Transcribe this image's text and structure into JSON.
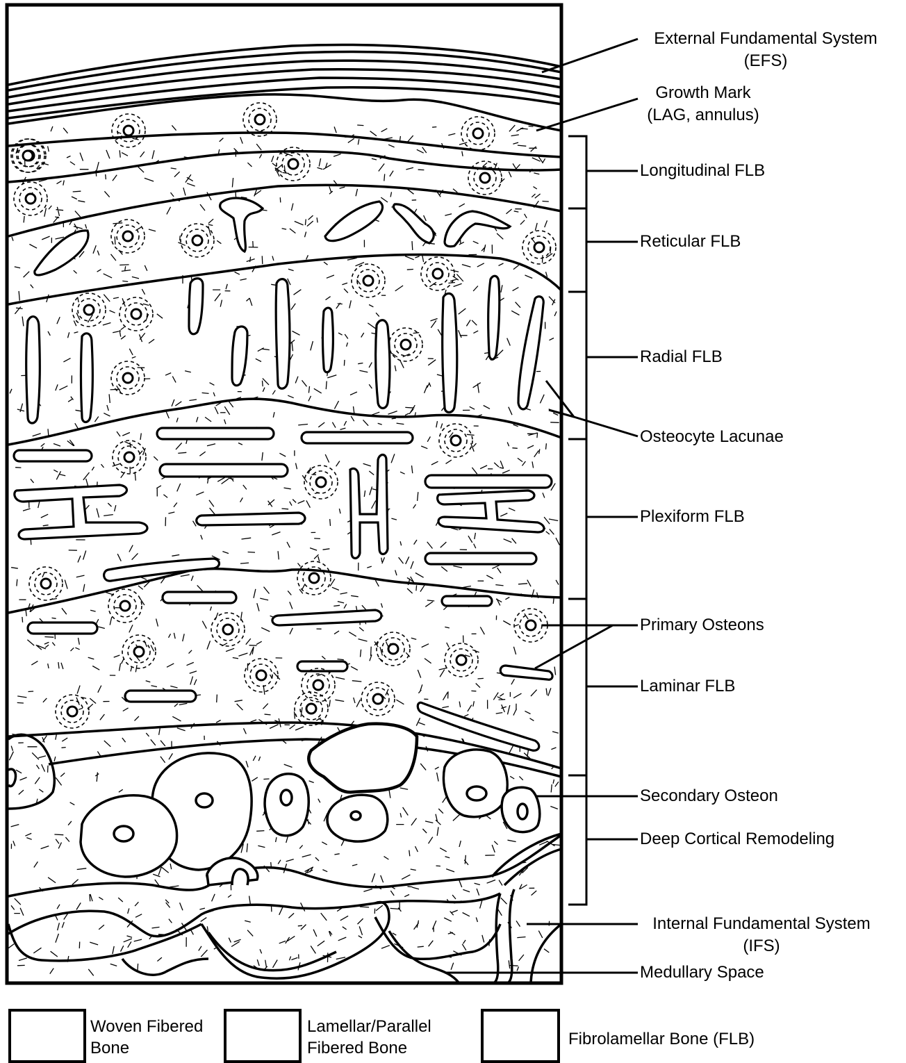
{
  "labels": {
    "efs": {
      "line1": "External Fundamental System",
      "line2": "(EFS)"
    },
    "growth_mark": {
      "line1": "Growth Mark",
      "line2": "(LAG, annulus)"
    },
    "longitudinal": "Longitudinal FLB",
    "reticular": "Reticular FLB",
    "radial": "Radial FLB",
    "osteocyte": "Osteocyte Lacunae",
    "plexiform": "Plexiform FLB",
    "primary_osteons": "Primary Osteons",
    "laminar": "Laminar FLB",
    "secondary_osteon": "Secondary Osteon",
    "deep_cortical": "Deep Cortical Remodeling",
    "ifs": {
      "line1": "Internal Fundamental System",
      "line2": "(IFS)"
    },
    "medullary": "Medullary Space"
  },
  "legend": {
    "woven": {
      "line1": "Woven Fibered",
      "line2": "Bone"
    },
    "lamellar": {
      "line1": "Lamellar/Parallel",
      "line2": "Fibered Bone"
    },
    "flb": "Fibrolamellar Bone (FLB)"
  },
  "colors": {
    "ink": "#000000",
    "paper": "#ffffff"
  }
}
